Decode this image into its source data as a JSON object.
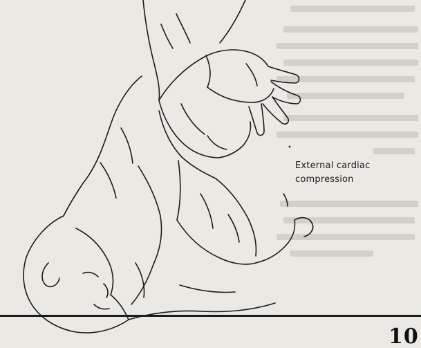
{
  "caption": {
    "line1": "External cardiac",
    "line2": "compression"
  },
  "footer": {
    "page_number": "10"
  }
}
